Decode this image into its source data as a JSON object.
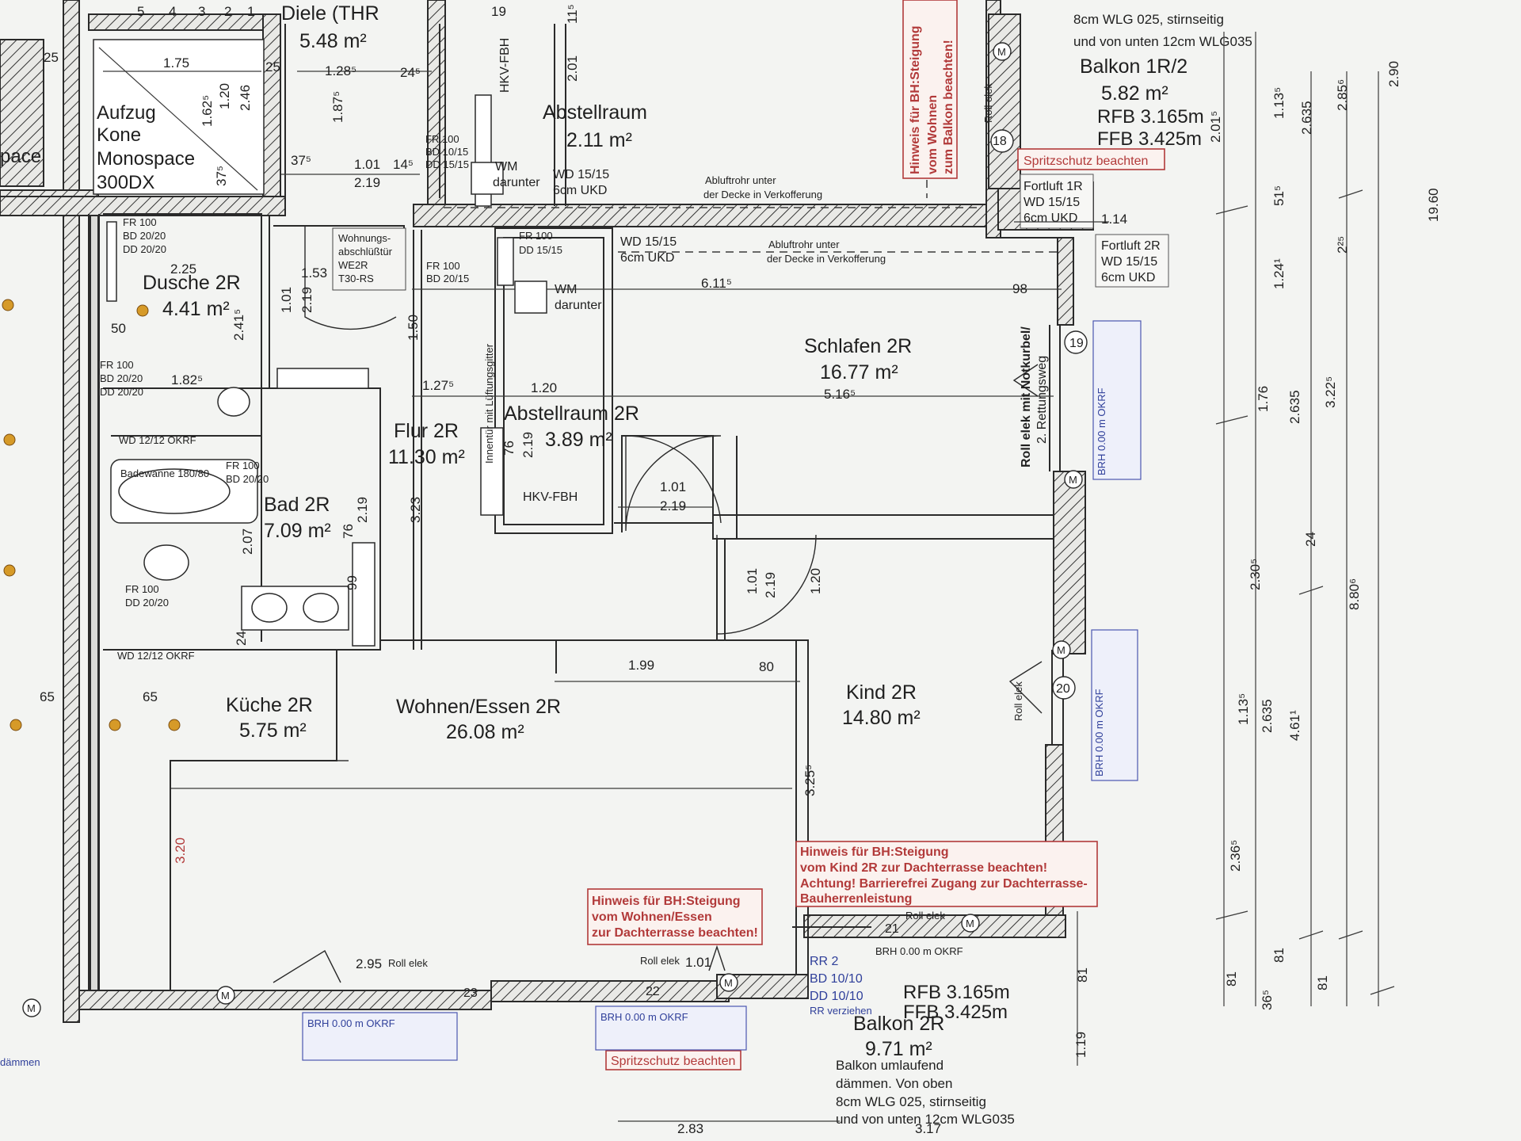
{
  "rooms": {
    "diele": {
      "name": "Diele (THR",
      "area": "5.48 m²"
    },
    "aufzug": {
      "l1": "Aufzug",
      "l2": "Kone",
      "l3": "Monospace",
      "l4": "300DX"
    },
    "pace": "pace",
    "abstell_top": {
      "name": "Abstellraum",
      "area": "2.11 m²"
    },
    "dusche": {
      "name": "Dusche 2R",
      "area": "4.41 m²"
    },
    "schlafen": {
      "name": "Schlafen 2R",
      "area": "16.77 m²"
    },
    "flur": {
      "name": "Flur 2R",
      "area": "11.30 m²"
    },
    "abstell_mid": {
      "name": "Abstellraum 2R",
      "area": "3.89 m²"
    },
    "bad": {
      "name": "Bad 2R",
      "area": "7.09 m²"
    },
    "kueche": {
      "name": "Küche 2R",
      "area": "5.75 m²"
    },
    "wohnen": {
      "name": "Wohnen/Essen 2R",
      "area": "26.08 m²"
    },
    "kind": {
      "name": "Kind 2R",
      "area": "14.80 m²"
    },
    "balkon_top": {
      "name": "Balkon 1R/2",
      "area": "5.82 m²",
      "rfb": "RFB 3.165m",
      "ffb": "FFB 3.425m"
    },
    "balkon_bottom": {
      "name": "Balkon 2R",
      "area": "9.71 m²",
      "rfb": "RFB 3.165m",
      "ffb": "FFB 3.425m"
    }
  },
  "texts": {
    "top_right_1": "8cm WLG 025, stirnseitig",
    "top_right_2": "und von unten 12cm WLG035",
    "spritzschutz": "Spritzschutz beachten",
    "fortluft1r": [
      "Fortluft 1R",
      "WD 15/15",
      "6cm UKD"
    ],
    "fortluft2r": [
      "Fortluft 2R",
      "WD 15/15",
      "6cm UKD"
    ],
    "abluft1": [
      "Abluftrohr unter",
      "der Decke in Verkofferung"
    ],
    "abluft2": [
      "Abluftrohr unter",
      "der Decke in Verkofferung"
    ],
    "wd1515_a": [
      "WD 15/15",
      "6cm UKD"
    ],
    "wd1515_b": [
      "WD 15/15",
      "6cm UKD"
    ],
    "wm_a": [
      "WM",
      "darunter"
    ],
    "wm_b": [
      "WM",
      "darunter"
    ],
    "wohnungsabschluss": [
      "Wohnungs-",
      "abschlüßtür",
      "WE2R",
      "T30-RS"
    ],
    "fr100_a": [
      "FR 100",
      "BD 20/20",
      "DD 20/20"
    ],
    "fr100_b": [
      "FR 100",
      "BD 20/20",
      "DD 20/20"
    ],
    "fr100_c": [
      "FR 100",
      "DD 15/15"
    ],
    "fr100_d": [
      "FR 100",
      "BD 20/20"
    ],
    "fr100_e": [
      "FR 100",
      "DD 20/20"
    ],
    "fr100_f": [
      "FR 100",
      "BD 10/15",
      "DD 15/15"
    ],
    "fr100_g": [
      "FR 100",
      "BD 20/15"
    ],
    "hkv": "HKV-FBH",
    "hkv2": "HKV-FBH",
    "wd1212": "WD 12/12 OKRF",
    "wd1212b": "WD 12/12 OKRF",
    "roll_notkurbel": [
      "Roll elek mit Notkurbel/",
      "2. Rettungsweg"
    ],
    "roll_elek": "Roll elek",
    "note_red1": [
      "Hinweis für BH:Steigung",
      "vom Wohnen",
      "zum Balkon beachten!"
    ],
    "note_red2": [
      "Hinweis für BH:Steigung",
      "vom  Kind 2R zur Dachterrasse beachten!",
      "Achtung! Barrierefrei Zugang zur Dachterrasse-",
      "Bauherrenleistung"
    ],
    "note_red3": [
      "Hinweis für BH:Steigung",
      "vom Wohnen/Essen",
      "zur Dachterrasse beachten!"
    ],
    "rr2": [
      "RR 2",
      "BD 10/10",
      "DD 10/10",
      "RR verziehen"
    ],
    "balkon_note": [
      "Balkon umlaufend",
      "dämmen. Von oben",
      "8cm WLG 025, stirnseitig",
      "und von unten 12cm WLG035"
    ],
    "brh_text": "BRH 0.00 m OKRF",
    "daemmen": "dämmen",
    "bedewanne": "Badewanne 180/80",
    "innentuer": "Innentür mit Lüftungsgitter"
  },
  "dims": {
    "d1_75": "1.75",
    "d1_285": "1.28⁵",
    "d245": "24⁵",
    "d187": "1.87⁵",
    "d162": "1.62⁵",
    "d120": "1.20",
    "d246": "2.46",
    "d375": "37⁵",
    "d101": "1.01",
    "d145": "14⁵",
    "d219": "2.19",
    "d201": "2.01",
    "d153": "1.53",
    "d225": "2.25",
    "d50": "50",
    "d241": "2.41⁵",
    "d182": "1.82⁵",
    "d127": "1.27⁵",
    "d120b": "1.20",
    "d150": "1.50",
    "d323": "3.23",
    "d6115": "6.11⁵",
    "d98": "98",
    "d5165": "5.16⁵",
    "d114": "1.14",
    "d101b": "1.01",
    "d219b": "2.19",
    "d199": "1.99",
    "d80": "80",
    "d325": "3.25⁵",
    "d295": "2.95",
    "d101c": "1.01",
    "d283": "2.83",
    "d317": "3.17",
    "d119": "1.19",
    "d81": "81",
    "d24": "24",
    "d207": "2.07",
    "d76": "76",
    "d99": "99",
    "d65": "65",
    "d320": "3.20",
    "r2015": "2.01⁵",
    "r113": "1.13⁵",
    "r2635": "2.635",
    "r2856": "2.85⁶",
    "r290": "2.90",
    "r515": "51⁵",
    "r1241": "1.24¹",
    "r225": "2²⁵",
    "r1960": "19.60",
    "r176": "1.76",
    "r2635b": "2.635",
    "r3225": "3.22⁵",
    "r2305": "2.30⁵",
    "r24": "24",
    "r8806": "8.80⁶",
    "r113b": "1.13⁵",
    "r2635c": "2.635",
    "r4611": "4.61¹",
    "r2365": "2.36⁵",
    "r81": "81",
    "r81b": "81",
    "r81c": "81",
    "r365": "36⁵",
    "n18": "18",
    "n19": "19",
    "n20": "20",
    "n21": "21",
    "n22": "22",
    "n23": "23",
    "top_5": "5",
    "top_4": "4",
    "top_3": "3",
    "top_2": "2",
    "top_1": "1",
    "top_19": "19",
    "top_25": "25",
    "top_115": "11⁵"
  }
}
